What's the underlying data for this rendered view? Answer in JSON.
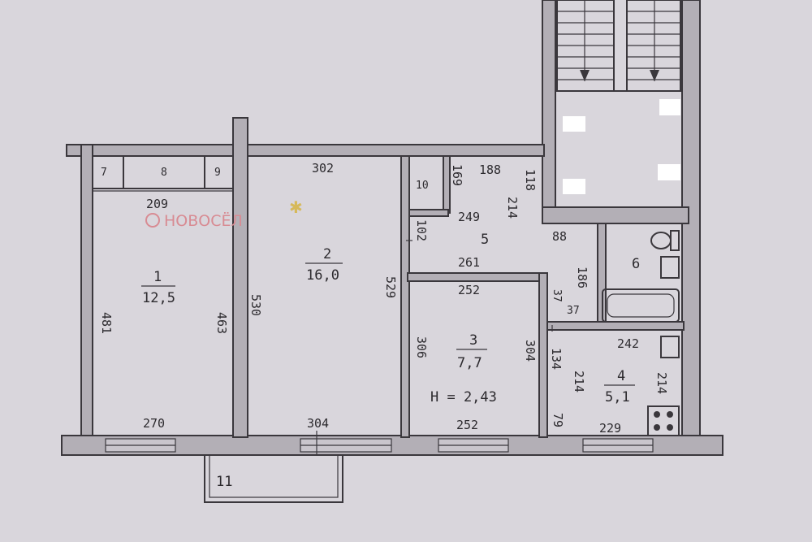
{
  "watermark": {
    "text": "НОВОСЁЛ"
  },
  "rooms": [
    {
      "number": "1",
      "area": "12,5"
    },
    {
      "number": "2",
      "area": "16,0"
    },
    {
      "number": "3",
      "area": "7,7"
    },
    {
      "number": "4",
      "area": "5,1"
    },
    {
      "number": "5"
    },
    {
      "number": "6"
    },
    {
      "number": "7"
    },
    {
      "number": "8"
    },
    {
      "number": "9"
    },
    {
      "number": "10"
    },
    {
      "number": "11"
    }
  ],
  "ceiling_height": "H = 2,43",
  "dimensions": {
    "d302": "302",
    "d209": "209",
    "d481": "481",
    "d463": "463",
    "d530": "530",
    "d529": "529",
    "d270": "270",
    "d304": "304",
    "d188": "188",
    "d169": "169",
    "d118": "118",
    "d249": "249",
    "d214a": "214",
    "d102": "102",
    "d261": "261",
    "d88": "88",
    "d186": "186",
    "d252a": "252",
    "d306": "306",
    "d304b": "304",
    "d252b": "252",
    "d37a": "37",
    "d37b": "37",
    "d242": "242",
    "d134": "134",
    "d214b": "214",
    "d214c": "214",
    "d79": "79",
    "d229": "229"
  },
  "colors": {
    "paper": "#d9d6dc",
    "ink": "#3a373c",
    "watermark": "#d88b93"
  }
}
